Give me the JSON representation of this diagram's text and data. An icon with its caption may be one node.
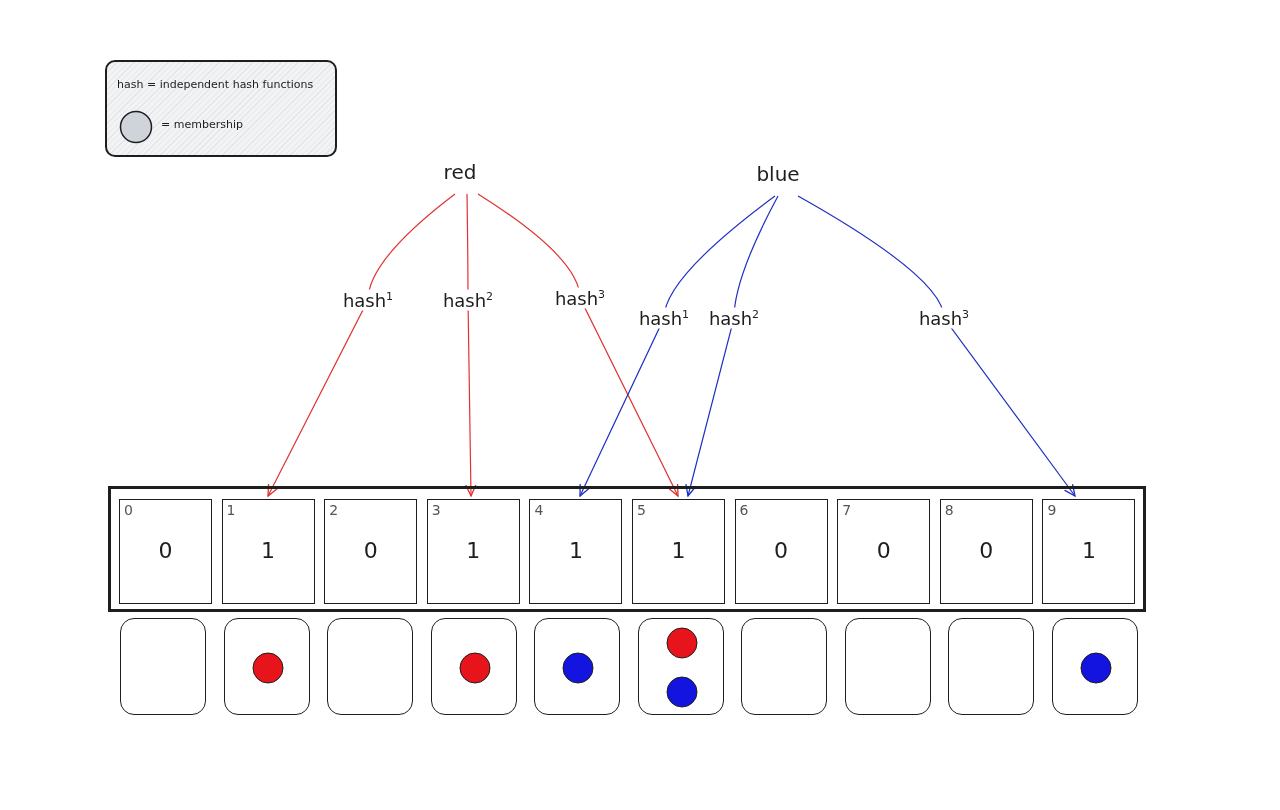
{
  "diagram": {
    "nodes": [
      {
        "text": [
          "red"
        ]
      },
      {
        "text": [
          "blue"
        ]
      },
      {
        "text": [],
        "shape": "box"
      },
      {
        "text": [
          "0",
          "0"
        ],
        "in": 2
      },
      {
        "text": [
          "1",
          "1"
        ],
        "in": 2
      },
      {
        "text": [
          "2",
          "0"
        ],
        "in": 2
      },
      {
        "text": [
          "3",
          "1"
        ],
        "in": 2
      },
      {
        "text": [
          "4",
          "1"
        ],
        "in": 2
      },
      {
        "text": [
          "5",
          "1"
        ],
        "in": 2
      },
      {
        "text": [
          "6",
          "0"
        ],
        "in": 2
      },
      {
        "text": [
          "7",
          "0"
        ],
        "in": 2
      },
      {
        "text": [
          "8",
          "0"
        ],
        "in": 2
      },
      {
        "text": [
          "9",
          "1"
        ],
        "in": 2
      },
      {
        "text": [],
        "shape": "box"
      },
      {
        "text": [],
        "shape": "box"
      },
      {
        "text": [],
        "shape": "box"
      },
      {
        "text": [],
        "shape": "box"
      },
      {
        "text": [],
        "shape": "box"
      },
      {
        "text": [],
        "shape": "box"
      },
      {
        "text": [],
        "shape": "box"
      },
      {
        "text": [],
        "shape": "box"
      },
      {
        "text": [],
        "shape": "box"
      },
      {
        "text": [],
        "shape": "box"
      }
    ],
    "edges": [
      {
        "from": 0,
        "to": 4,
        "arrow": "to",
        "label": "hash$^{1}$",
        "color": "#e03131"
      },
      {
        "from": 0,
        "to": 6,
        "arrow": "to",
        "label": "hash$^{2}$",
        "color": "#e03131"
      },
      {
        "from": 0,
        "to": 8,
        "arrow": "to",
        "label": "hash$^{3}$",
        "color": "#e03131"
      },
      {
        "from": 1,
        "to": 7,
        "arrow": "to",
        "label": "hash$^{1}$",
        "color": "#1e2fc2"
      },
      {
        "from": 1,
        "to": 8,
        "arrow": "to",
        "label": "hash$^{2}$",
        "color": "#1e2fc2"
      },
      {
        "from": 1,
        "to": 12,
        "arrow": "to",
        "label": "hash$^{3}$",
        "color": "#1e2fc2"
      }
    ],
    "legend": [
      {
        "text": "hash = independent hash functions"
      },
      {
        "text": "= membership"
      }
    ]
  }
}
